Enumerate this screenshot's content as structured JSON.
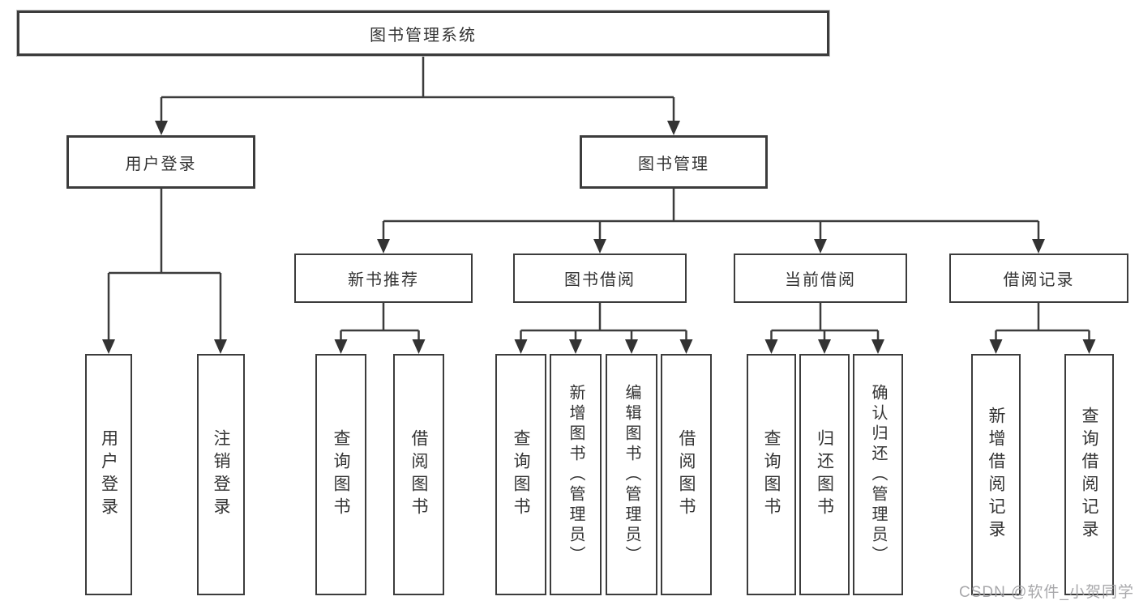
{
  "diagram": {
    "title_node": {
      "label": "图书管理系统"
    },
    "level2": [
      {
        "label": "用户登录"
      },
      {
        "label": "图书管理"
      }
    ],
    "level3": [
      {
        "label": "新书推荐",
        "parent": "图书管理"
      },
      {
        "label": "图书借阅",
        "parent": "图书管理"
      },
      {
        "label": "当前借阅",
        "parent": "图书管理"
      },
      {
        "label": "借阅记录",
        "parent": "图书管理"
      }
    ],
    "leaves": [
      {
        "label": "用户登录",
        "parent": "用户登录"
      },
      {
        "label": "注销登录",
        "parent": "用户登录"
      },
      {
        "label": "查询图书",
        "parent": "新书推荐"
      },
      {
        "label": "借阅图书",
        "parent": "新书推荐"
      },
      {
        "label": "查询图书",
        "parent": "图书借阅"
      },
      {
        "label": "新增图书（管理员）",
        "parent": "图书借阅"
      },
      {
        "label": "编辑图书（管理员）",
        "parent": "图书借阅"
      },
      {
        "label": "借阅图书",
        "parent": "图书借阅"
      },
      {
        "label": "查询图书",
        "parent": "当前借阅"
      },
      {
        "label": "归还图书",
        "parent": "当前借阅"
      },
      {
        "label": "确认归还（管理员）",
        "parent": "当前借阅"
      },
      {
        "label": "新增借阅记录",
        "parent": "借阅记录"
      },
      {
        "label": "查询借阅记录",
        "parent": "借阅记录"
      }
    ],
    "watermark": "CSDN @软件_小贺同学",
    "colors": {
      "line": "#3c3c3c",
      "text": "#333333",
      "background": "#ffffff",
      "watermark": "#9e9ea2"
    }
  }
}
